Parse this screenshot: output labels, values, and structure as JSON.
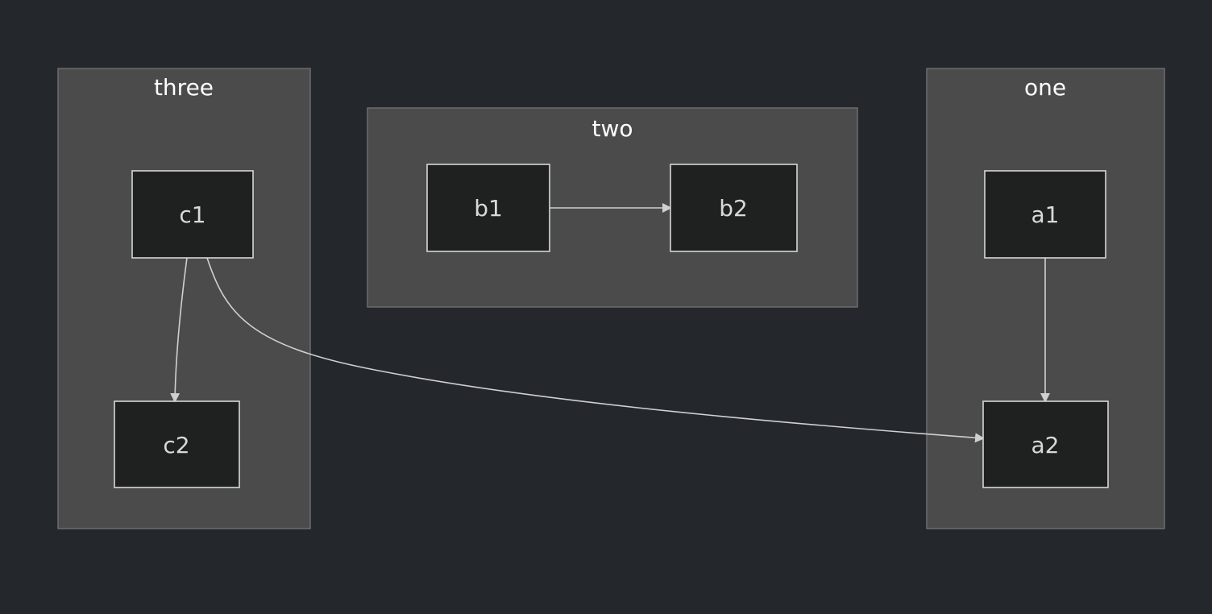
{
  "diagram": {
    "clusters": [
      {
        "id": "three",
        "label": "three"
      },
      {
        "id": "two",
        "label": "two"
      },
      {
        "id": "one",
        "label": "one"
      }
    ],
    "nodes": [
      {
        "id": "c1",
        "label": "c1",
        "cluster": "three"
      },
      {
        "id": "c2",
        "label": "c2",
        "cluster": "three"
      },
      {
        "id": "b1",
        "label": "b1",
        "cluster": "two"
      },
      {
        "id": "b2",
        "label": "b2",
        "cluster": "two"
      },
      {
        "id": "a1",
        "label": "a1",
        "cluster": "one"
      },
      {
        "id": "a2",
        "label": "a2",
        "cluster": "one"
      }
    ],
    "edges": [
      {
        "from": "c1",
        "to": "c2"
      },
      {
        "from": "c1",
        "to": "a2"
      },
      {
        "from": "b1",
        "to": "b2"
      },
      {
        "from": "a1",
        "to": "a2"
      }
    ]
  },
  "colors": {
    "background": "#24282c",
    "cluster_fill": "#4a4b4a",
    "cluster_stroke": "#6a6d6e",
    "node_fill": "#1f2120",
    "node_stroke": "#d6d6d6",
    "edge": "#d0d0d0",
    "text": "#d9d9d9"
  }
}
